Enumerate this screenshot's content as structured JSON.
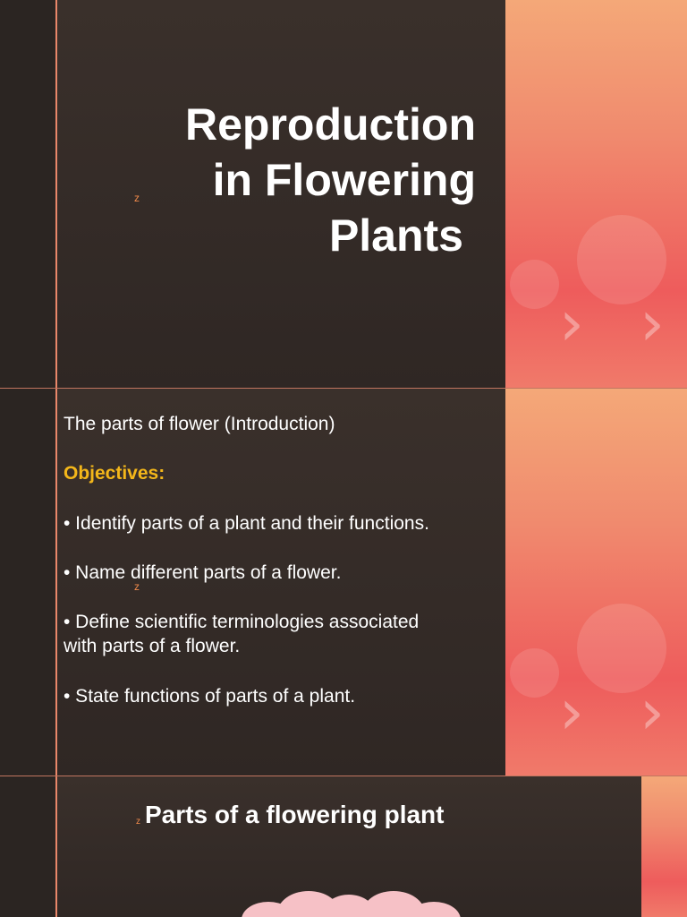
{
  "slide1": {
    "title_lines": [
      "Reproduction",
      "in Flowering",
      "Plants"
    ],
    "z_mark": "z"
  },
  "slide2": {
    "subtitle": "The parts of flower (Introduction)",
    "objectives_heading": "Objectives:",
    "bullets": [
      "• Identify parts of a plant and their functions.",
      "• Name different parts of a flower.",
      "• Define scientific terminologies associated\n   with parts of a flower.",
      "• State functions of parts of a plant."
    ],
    "z_mark": "z"
  },
  "slide3": {
    "title": "Parts of a flowering plant",
    "z_mark": "z"
  },
  "colors": {
    "accent_orange": "#f08a4b",
    "objectives_yellow": "#f4b71a",
    "background_dark": "#2f2724"
  }
}
